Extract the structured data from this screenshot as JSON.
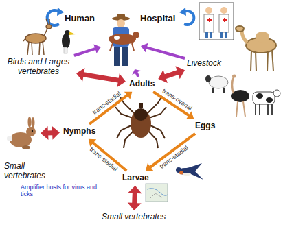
{
  "diagram": {
    "nodes": [
      {
        "text": [
          "Human"
        ]
      },
      {
        "text": [
          "Hospital"
        ]
      },
      {
        "text": [
          "Birds and Larges vertebrates"
        ]
      },
      {
        "text": [
          "Livestock"
        ]
      },
      {
        "text": [
          "Adults"
        ]
      },
      {
        "text": [
          "Eggs"
        ]
      },
      {
        "text": [
          "Larvae"
        ]
      },
      {
        "text": [
          "Nymphs"
        ]
      },
      {
        "text": [
          "Small vertebrates"
        ]
      },
      {
        "text": [
          "Small vertebrates"
        ]
      }
    ],
    "edges": [
      {
        "from": 4,
        "to": 5,
        "label": "trans-ovarial",
        "arrow": "to"
      },
      {
        "from": 5,
        "to": 6,
        "label": "trans-stadial",
        "arrow": "to"
      },
      {
        "from": 6,
        "to": 7,
        "label": "trans-stadial",
        "arrow": "to"
      },
      {
        "from": 7,
        "to": 4,
        "label": "trans-stadial",
        "arrow": "to"
      },
      {
        "from": 2,
        "to": 4,
        "arrow": "both"
      },
      {
        "from": 4,
        "to": 3,
        "arrow": "both"
      },
      {
        "from": 7,
        "to": 8,
        "arrow": "both"
      },
      {
        "from": 6,
        "to": 9,
        "arrow": "both"
      },
      {
        "from": 4,
        "to": 0,
        "arrow": "to"
      },
      {
        "from": 2,
        "to": 0,
        "arrow": "to"
      },
      {
        "from": 3,
        "to": 0,
        "arrow": "to"
      }
    ],
    "labels": [
      "Amplifier hosts for virus and ticks"
    ]
  }
}
